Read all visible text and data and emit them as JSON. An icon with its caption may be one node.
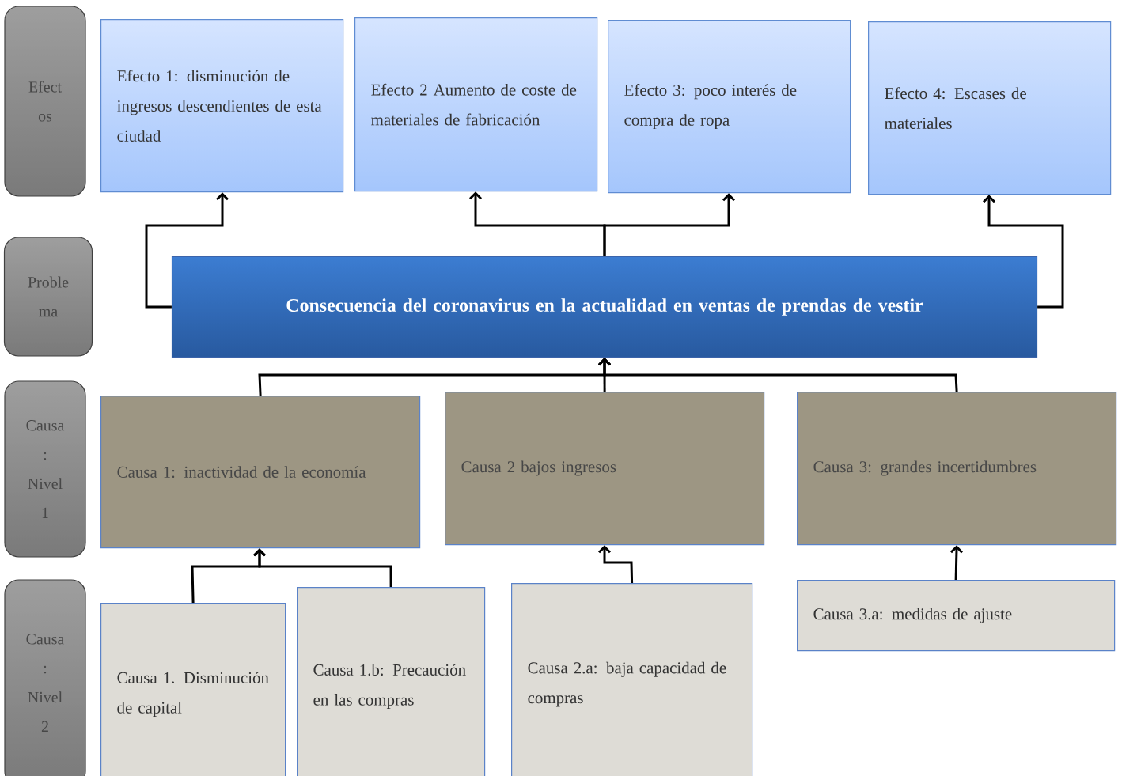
{
  "diagram": {
    "nodes": [
      {
        "text": [
          "Efect os"
        ]
      },
      {
        "text": [
          "Proble ma"
        ]
      },
      {
        "text": [
          "Causa : Nivel 1"
        ]
      },
      {
        "text": [
          "Causa : Nivel 2"
        ]
      },
      {
        "text": [
          "Efecto 1: disminución de ingresos descendientes de esta ciudad"
        ]
      },
      {
        "text": [
          "Efecto 2 Aumento de coste de materiales de fabricación"
        ]
      },
      {
        "text": [
          "Efecto 3: poco interés de compra de ropa"
        ]
      },
      {
        "text": [
          "Efecto 4: Escases de materiales"
        ]
      },
      {
        "text": [
          "Consecuencia del coronavirus en la actualidad en ventas de prendas de vestir"
        ]
      },
      {
        "text": [
          "Causa 1: inactividad de la economía"
        ]
      },
      {
        "text": [
          "Causa 2 bajos ingresos"
        ]
      },
      {
        "text": [
          "Causa 3: grandes incertidumbres"
        ]
      },
      {
        "text": [
          "Causa 1. Disminución de capital"
        ]
      },
      {
        "text": [
          "Causa 1.b: Precaución en las compras"
        ]
      },
      {
        "text": [
          "Causa 2.a: baja capacidad de compras"
        ]
      },
      {
        "text": [
          "Causa 3.a: medidas de ajuste"
        ]
      }
    ],
    "edges": [
      {
        "from": 8,
        "to": 4,
        "arrow": "to"
      },
      {
        "from": 8,
        "to": 5,
        "arrow": "to"
      },
      {
        "from": 8,
        "to": 6,
        "arrow": "to"
      },
      {
        "from": 8,
        "to": 7,
        "arrow": "to"
      },
      {
        "from": 9,
        "to": 8,
        "arrow": "to"
      },
      {
        "from": 10,
        "to": 8,
        "arrow": "to"
      },
      {
        "from": 11,
        "to": 8,
        "arrow": "to"
      },
      {
        "from": 12,
        "to": 9,
        "arrow": "to"
      },
      {
        "from": 13,
        "to": 9,
        "arrow": "to"
      },
      {
        "from": 14,
        "to": 10,
        "arrow": "to"
      },
      {
        "from": 15,
        "to": 11,
        "arrow": "to"
      }
    ]
  }
}
